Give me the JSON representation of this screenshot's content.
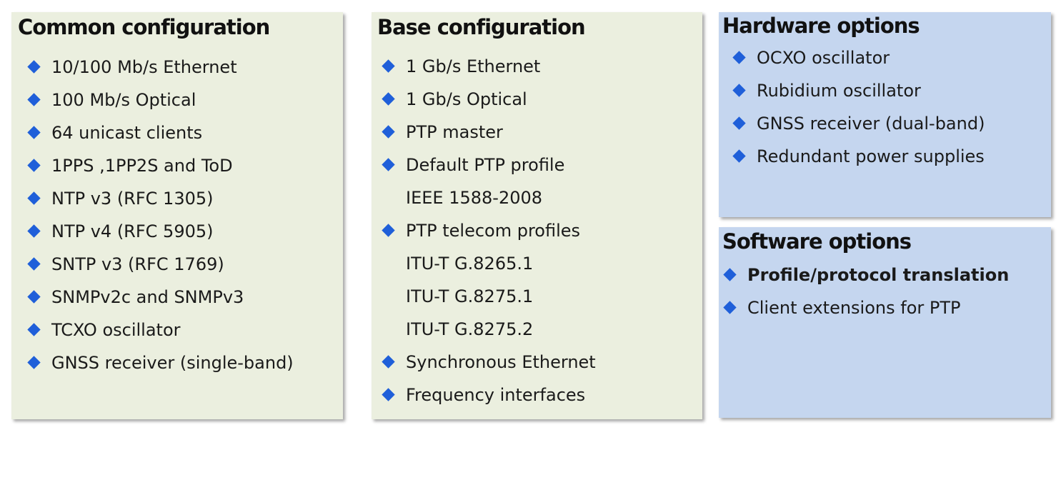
{
  "colors": {
    "green_panel": "#ebefdf",
    "blue_panel": "#c5d6ef",
    "bullet": "#1f5fd9"
  },
  "panels": {
    "common": {
      "title": "Common configuration",
      "items": [
        {
          "text": "10/100 Mb/s  Ethernet",
          "bullet": true
        },
        {
          "text": "100 Mb/s Optical",
          "bullet": true
        },
        {
          "text": "64 unicast clients",
          "bullet": true
        },
        {
          "text": "1PPS ,1PP2S and ToD",
          "bullet": true
        },
        {
          "text": "NTP v3 (RFC 1305)",
          "bullet": true
        },
        {
          "text": "NTP v4 (RFC 5905)",
          "bullet": true
        },
        {
          "text": "SNTP v3 (RFC 1769)",
          "bullet": true
        },
        {
          "text": "SNMPv2c and SNMPv3",
          "bullet": true
        },
        {
          "text": "TCXO oscillator",
          "bullet": true
        },
        {
          "text": "GNSS receiver (single-band)",
          "bullet": true
        }
      ]
    },
    "base": {
      "title": "Base configuration",
      "items": [
        {
          "text": "1 Gb/s Ethernet",
          "bullet": true
        },
        {
          "text": "1 Gb/s Optical",
          "bullet": true
        },
        {
          "text": "PTP master",
          "bullet": true
        },
        {
          "text": "Default PTP profile",
          "bullet": true
        },
        {
          "text": "IEEE 1588-2008",
          "bullet": false
        },
        {
          "text": "PTP telecom profiles",
          "bullet": true
        },
        {
          "text": "ITU-T G.8265.1",
          "bullet": false
        },
        {
          "text": "ITU-T G.8275.1",
          "bullet": false
        },
        {
          "text": "ITU-T G.8275.2",
          "bullet": false
        },
        {
          "text": "Synchronous Ethernet",
          "bullet": true
        },
        {
          "text": "Frequency interfaces",
          "bullet": true
        }
      ]
    },
    "hardware": {
      "title": "Hardware options",
      "items": [
        {
          "text": "OCXO oscillator",
          "bullet": true
        },
        {
          "text": "Rubidium oscillator",
          "bullet": true
        },
        {
          "text": "GNSS receiver (dual-band)",
          "bullet": true
        },
        {
          "text": "Redundant power supplies",
          "bullet": true
        }
      ]
    },
    "software": {
      "title": "Software options",
      "items": [
        {
          "text": "Profile/protocol translation",
          "bullet": true,
          "bold": true
        },
        {
          "text": "Client extensions for PTP",
          "bullet": true
        }
      ]
    }
  }
}
